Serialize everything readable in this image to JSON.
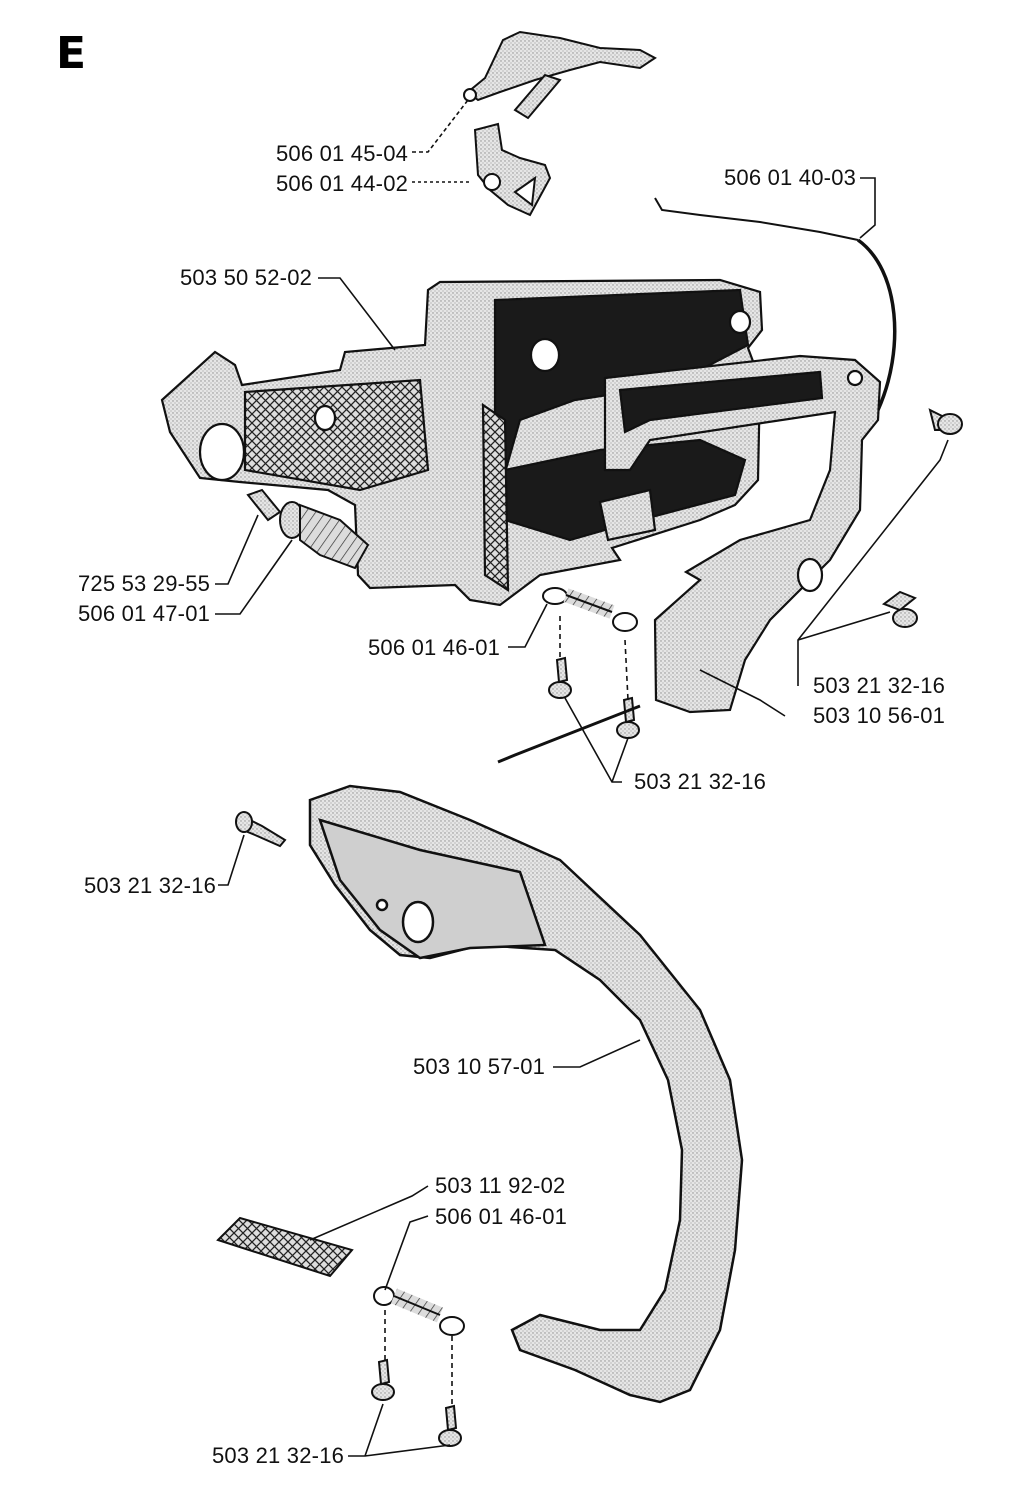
{
  "section_letter": "E",
  "colors": {
    "ink": "#111111",
    "part_fill": "#d9d9d9",
    "dark_fill": "#1a1a1a"
  },
  "callouts": [
    {
      "id": "trigger-lever",
      "text": "506 01 45-04"
    },
    {
      "id": "trigger-link",
      "text": "506 01 44-02"
    },
    {
      "id": "throttle-wire",
      "text": "506 01 40-03"
    },
    {
      "id": "rear-handle-housing",
      "text": "503 50 52-02"
    },
    {
      "id": "damper-screw",
      "text": "725 53 29-55"
    },
    {
      "id": "damper-spring-rear",
      "text": "506 01 47-01"
    },
    {
      "id": "damper-spring-mid",
      "text": "506 01 46-01"
    },
    {
      "id": "screw-right",
      "text": "503 21 32-16"
    },
    {
      "id": "handle-cover",
      "text": "503 10 56-01"
    },
    {
      "id": "screw-pair-mid",
      "text": "503 21 32-16"
    },
    {
      "id": "screw-front",
      "text": "503 21 32-16"
    },
    {
      "id": "front-handle",
      "text": "503 10 57-01"
    },
    {
      "id": "decal-plate",
      "text": "503 11 92-02"
    },
    {
      "id": "damper-spring-front",
      "text": "506 01 46-01"
    },
    {
      "id": "screw-pair-bottom",
      "text": "503 21 32-16"
    }
  ]
}
